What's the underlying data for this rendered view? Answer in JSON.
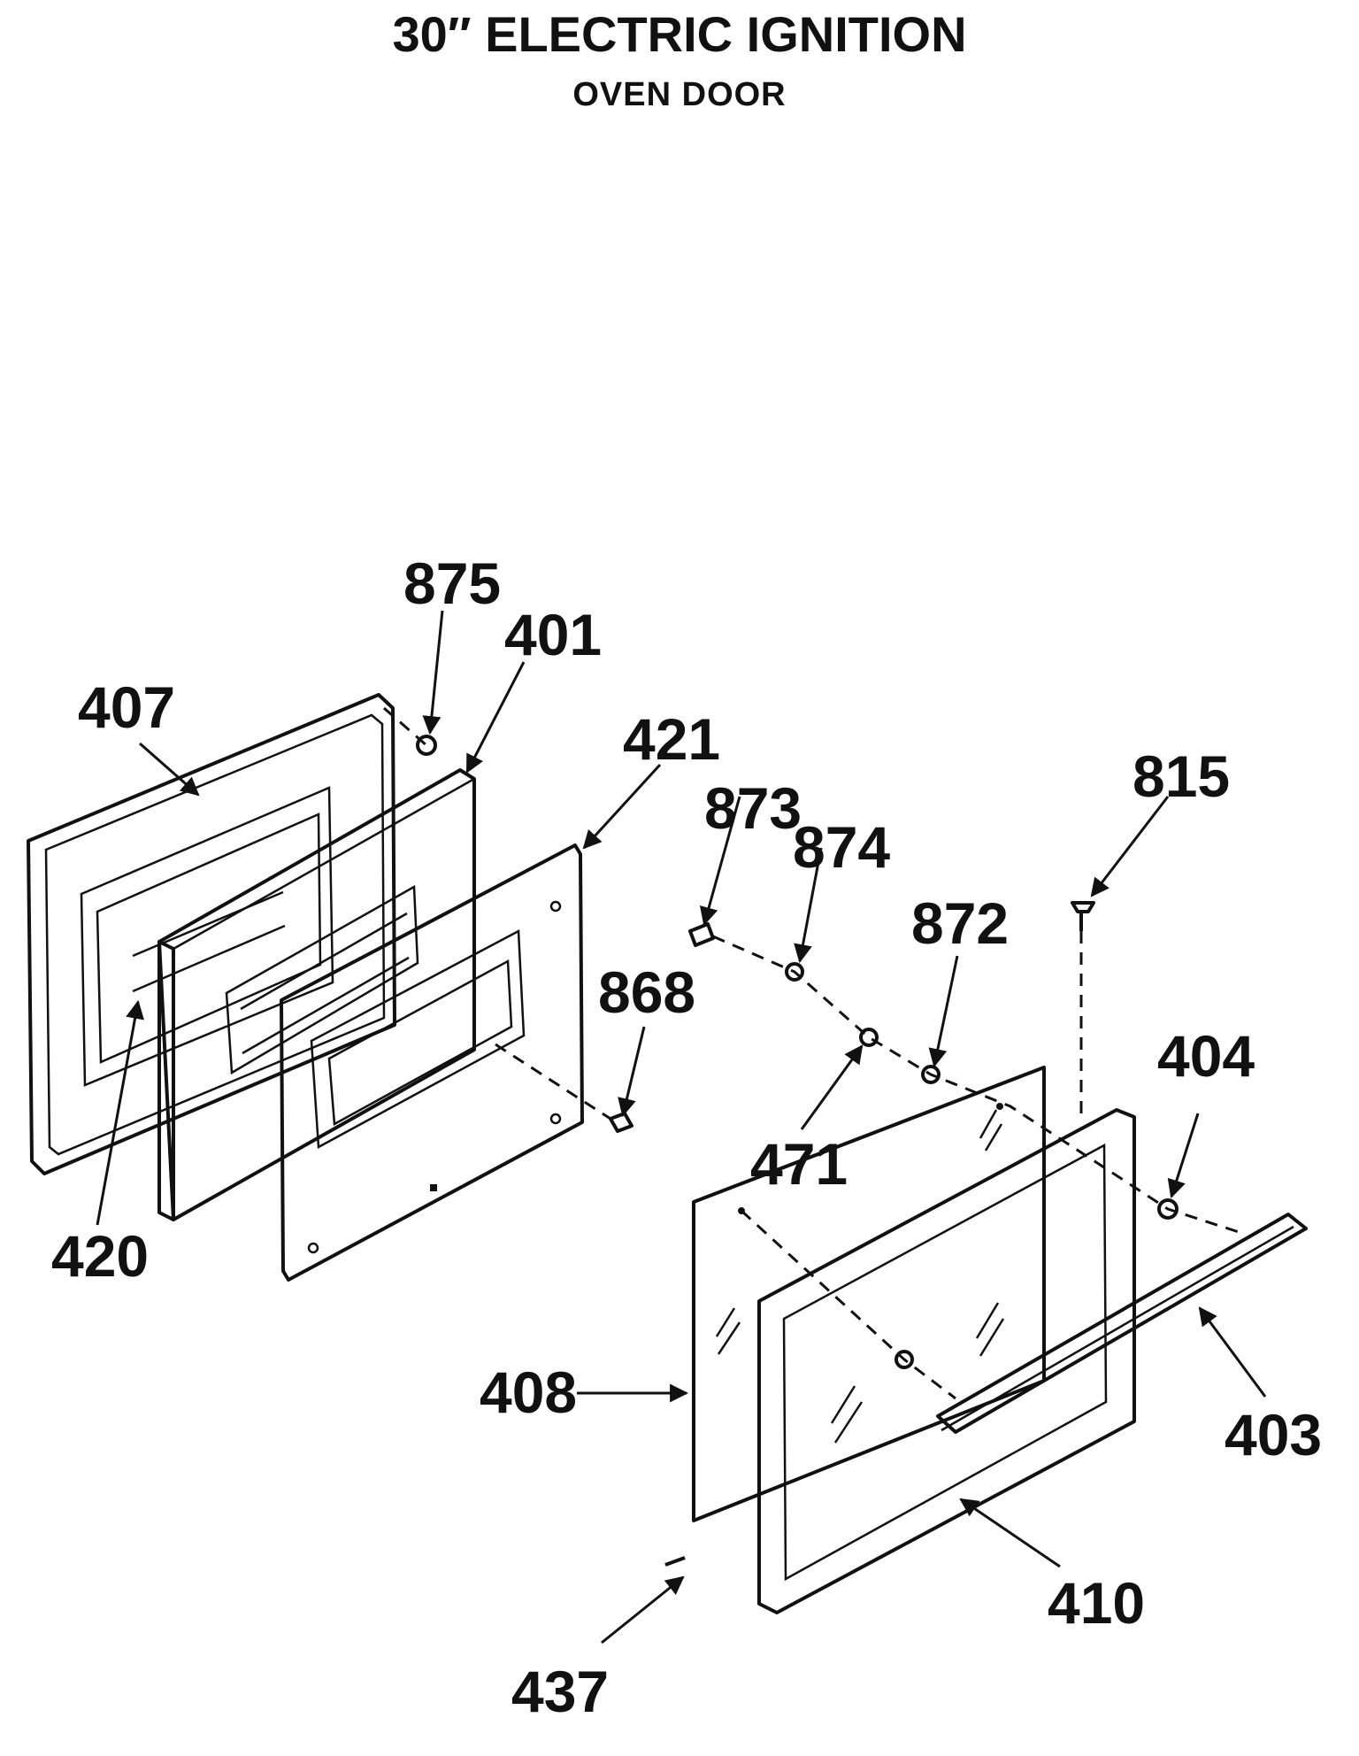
{
  "diagram": {
    "title": "30″ ELECTRIC IGNITION",
    "subtitle": "OVEN DOOR",
    "labels": {
      "p875": "875",
      "p401": "401",
      "p407": "407",
      "p421": "421",
      "p873": "873",
      "p874": "874",
      "p815": "815",
      "p872": "872",
      "p868": "868",
      "p404": "404",
      "p471": "471",
      "p420": "420",
      "p408": "408",
      "p403": "403",
      "p410": "410",
      "p437": "437"
    }
  }
}
